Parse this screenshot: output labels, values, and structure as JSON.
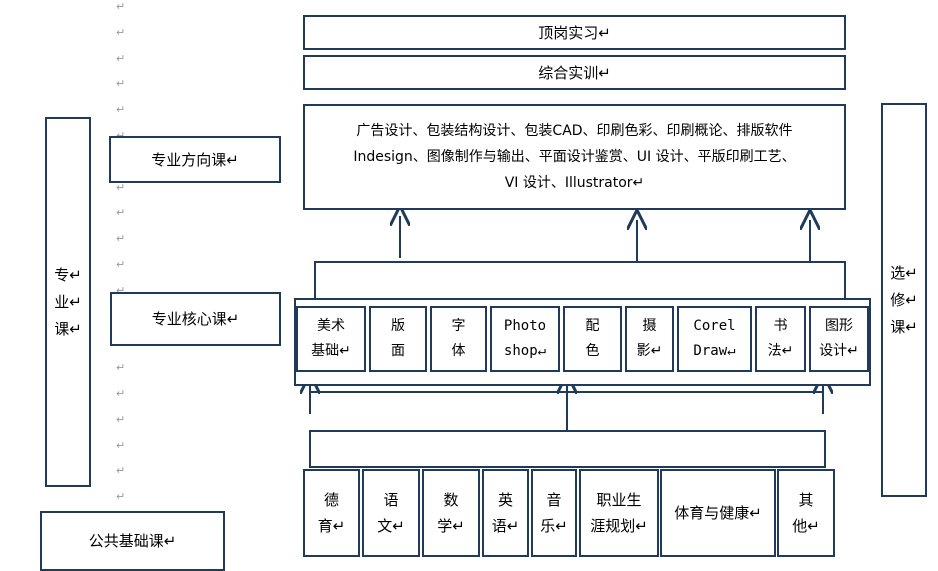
{
  "top": {
    "internship": "顶岗实习↵",
    "training": "综合实训↵"
  },
  "direction": {
    "label": "专业方向课↵",
    "courses_line1": "广告设计、包装结构设计、包装CAD、印刷色彩、印刷概论、排版软件",
    "courses_line2": "Indesign、图像制作与输出、平面设计鉴赏、UI 设计、平版印刷工艺、",
    "courses_line3": "VI 设计、Illustrator↵"
  },
  "core": {
    "label": "专业核心课↵",
    "courses": [
      {
        "line1": "美术",
        "line2": "基础↵"
      },
      {
        "line1": "版",
        "line2": "面"
      },
      {
        "line1": "字",
        "line2": "体"
      },
      {
        "line1": "Photo",
        "line2": "shop↵"
      },
      {
        "line1": "配",
        "line2": "色"
      },
      {
        "line1": "摄",
        "line2": "影↵"
      },
      {
        "line1": "Corel",
        "line2": "Draw↵"
      },
      {
        "line1": "书",
        "line2": "法↵"
      },
      {
        "line1": "图形",
        "line2": "设计↵"
      }
    ]
  },
  "public": {
    "label": "公共基础课↵",
    "courses": [
      {
        "line1": "德",
        "line2": "育↵"
      },
      {
        "line1": "语",
        "line2": "文↵"
      },
      {
        "line1": "数",
        "line2": "学↵"
      },
      {
        "line1": "英",
        "line2": "语↵"
      },
      {
        "line1": "音",
        "line2": "乐↵"
      },
      {
        "line1": "职业生",
        "line2": "涯规划↵"
      },
      {
        "line1": "体育与健康↵",
        "line2": ""
      },
      {
        "line1": "其",
        "line2": "他↵"
      }
    ]
  },
  "side": {
    "professional": [
      "专↵",
      "业↵",
      "课↵"
    ],
    "elective": [
      "选↵",
      "修↵",
      "课↵"
    ]
  },
  "paragraph_mark": "↵",
  "colors": {
    "border": "#1f3a5a",
    "arrow": "#1f3a5a",
    "mark": "#9a9a9a"
  }
}
